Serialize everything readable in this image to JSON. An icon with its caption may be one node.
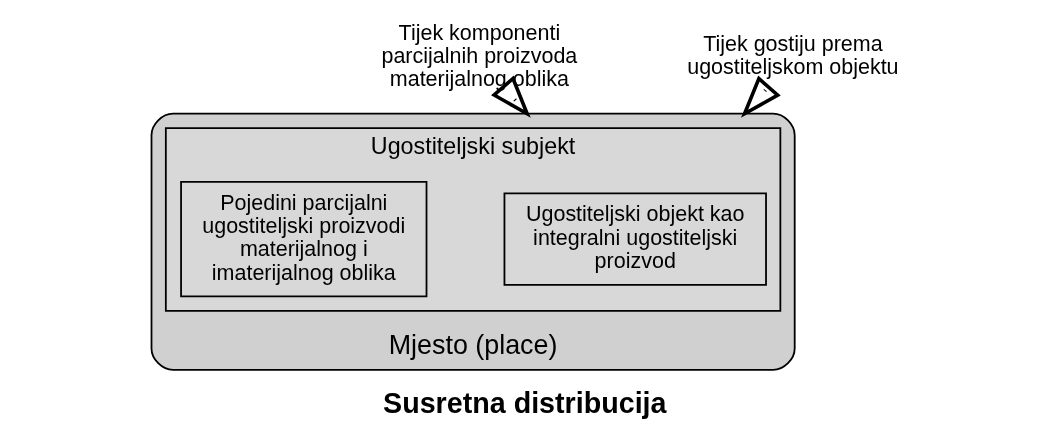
{
  "diagram": {
    "caption": "Susretna distribucija",
    "nodes": [
      {
        "text": [
          "Tijek komponenti parcijalnih proizvoda materijalnog oblika"
        ]
      },
      {
        "text": [
          "Mjesto (place)"
        ]
      },
      {
        "text": [
          "Ugostiteljski subjekt"
        ],
        "in": 1
      },
      {
        "text": [
          "Ugostiteljski objekt kao integralni ugostiteljski proizvod"
        ],
        "in": 2
      },
      {
        "text": [
          "Pojedini parcijalni ugostiteljski proizvodi materijalnog i imaterijalnog oblika"
        ],
        "in": 2
      },
      {
        "text": [
          "Tijek gostiju prema ugostiteljskom objektu"
        ]
      }
    ],
    "edges": [
      {
        "from": 0,
        "to": 1,
        "arrow": "to"
      },
      {
        "from": 5,
        "to": 1,
        "arrow": "to"
      }
    ]
  }
}
